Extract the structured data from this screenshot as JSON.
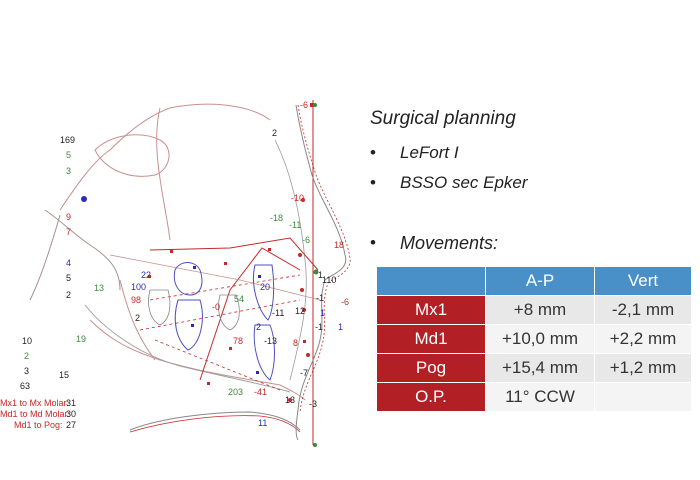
{
  "slide": {
    "planning_title": "Surgical planning",
    "bullets": [
      "LeFort I",
      "BSSO sec Epker"
    ],
    "movements_title": "Movements:",
    "bullet_glyph": "•"
  },
  "table": {
    "headers": [
      "",
      "A-P",
      "Vert"
    ],
    "rows": [
      {
        "label": "Mx1",
        "ap": "+8 mm",
        "vert": "-2,1 mm"
      },
      {
        "label": "Md1",
        "ap": "+10,0 mm",
        "vert": "+2,2 mm"
      },
      {
        "label": "Pog",
        "ap": "+15,4 mm",
        "vert": "+1,2 mm"
      },
      {
        "label": "O.P.",
        "ap": "11° CCW",
        "vert": ""
      }
    ]
  },
  "ceph_labels": {
    "v169": "169",
    "v5": "5",
    "v3": "3",
    "v9": "9",
    "v7": "7",
    "v4": "4",
    "v5b": "5",
    "v2": "2",
    "v13": "13",
    "v19": "19",
    "v10": "10",
    "v2b": "2",
    "v3b": "3",
    "v63": "63",
    "v15": "15",
    "v22": "22",
    "v100": "100",
    "v98": "98",
    "v2c": "2",
    "vm0": "-0",
    "v54": "54",
    "v20": "20",
    "v78": "78",
    "v2d": "2",
    "vm13": "-13",
    "vm11": "-11",
    "v12": "12",
    "v8": "8",
    "v203": "203",
    "vm41": "-41",
    "v13b": "13",
    "v11": "11",
    "vm7": "-7",
    "vm3": "-3",
    "vm6top": "-6",
    "v2top": "2",
    "vm10": "-10",
    "vm18": "-18",
    "vm11b": "-11",
    "vm6": "-6",
    "v18": "18",
    "v110": "110",
    "vm6b": "-6",
    "v1": "1",
    "vm1": "-1",
    "vm1b": "-1",
    "v1b": "1",
    "v1c": "1",
    "mx_molar_text": "Mx1 to Mx Molar:",
    "mx_molar_val": "31",
    "md_molar_text": "Md1 to Md Molar:",
    "md_molar_val": "30",
    "pog_text": "Md1 to Pog:",
    "pog_val": "27"
  },
  "colors": {
    "table_header": "#4a90c8",
    "table_label": "#b21f24",
    "trace_red": "#c62828",
    "trace_blue": "#2a2ab8",
    "trace_gray": "#888888"
  }
}
